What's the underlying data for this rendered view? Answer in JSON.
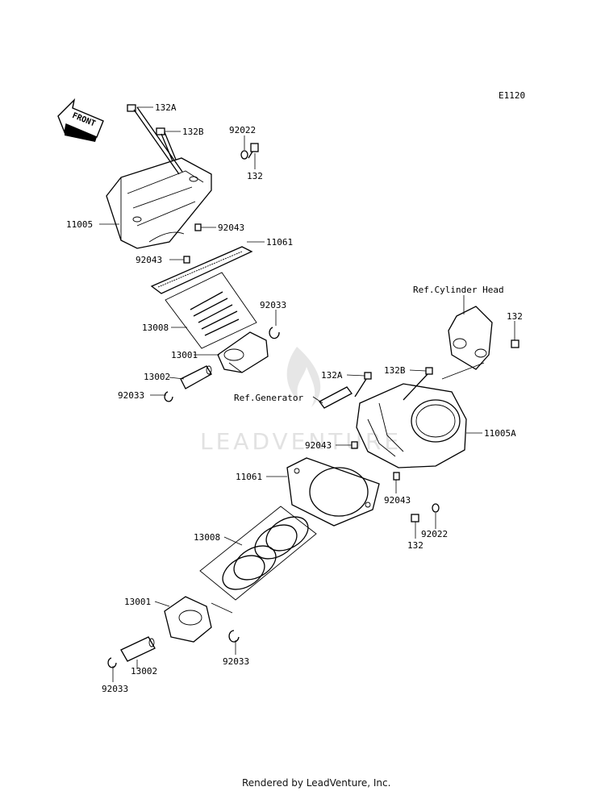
{
  "diagram_code": "E1120",
  "front_label": "FRONT",
  "watermark": "LEADVENTURE",
  "footer": "Rendered by LeadVenture, Inc.",
  "references": {
    "cylinder_head": "Ref.Cylinder Head",
    "generator": "Ref.Generator"
  },
  "callouts": {
    "c_132A_top": "132A",
    "c_132B_top": "132B",
    "c_92022_top": "92022",
    "c_132_top": "132",
    "c_11005": "11005",
    "c_92043_top_right": "92043",
    "c_11061_top": "11061",
    "c_92043_top_left": "92043",
    "c_92033_top_right": "92033",
    "c_13008_top": "13008",
    "c_13001_top": "13001",
    "c_13002_top": "13002",
    "c_92033_top_left": "92033",
    "c_132_right": "132",
    "c_132A_mid": "132A",
    "c_132B_mid": "132B",
    "c_11005A": "11005A",
    "c_92043_mid": "92043",
    "c_11061_bottom": "11061",
    "c_92043_bottom": "92043",
    "c_92022_bottom": "92022",
    "c_132_bottom": "132",
    "c_13008_bottom": "13008",
    "c_13001_bottom": "13001",
    "c_92033_bottom_right": "92033",
    "c_13002_bottom": "13002",
    "c_92033_bottom_left": "92033"
  }
}
